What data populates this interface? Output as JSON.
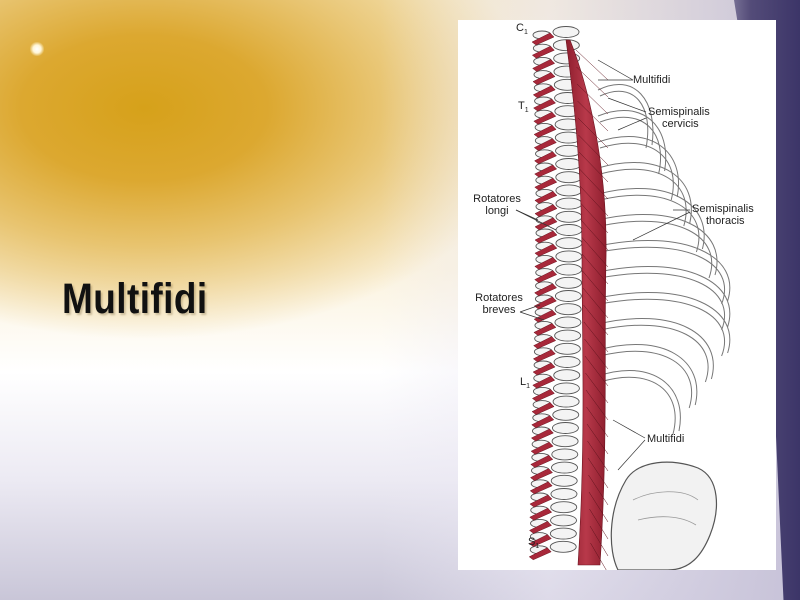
{
  "slide": {
    "title": "Multifidi"
  },
  "figure": {
    "icon": "spine-anatomy-illustration",
    "labels": {
      "c1": "C",
      "c1_sub": "1",
      "t1": "T",
      "t1_sub": "1",
      "l1": "L",
      "l1_sub": "1",
      "s1": "S",
      "s1_sub": "1",
      "multifidi_top": "Multifidi",
      "semispinalis_cervicis_1": "Semispinalis",
      "semispinalis_cervicis_2": "cervicis",
      "rotatores_longi_1": "Rotatores",
      "rotatores_longi_2": "longi",
      "semispinalis_thoracis_1": "Semispinalis",
      "semispinalis_thoracis_2": "thoracis",
      "rotatores_breves_1": "Rotatores",
      "rotatores_breves_2": "breves",
      "multifidi_bottom": "Multifidi"
    },
    "colors": {
      "muscle": "#a8283a",
      "bone_outline": "#555555",
      "bone_fill": "#f4f4f4"
    }
  }
}
